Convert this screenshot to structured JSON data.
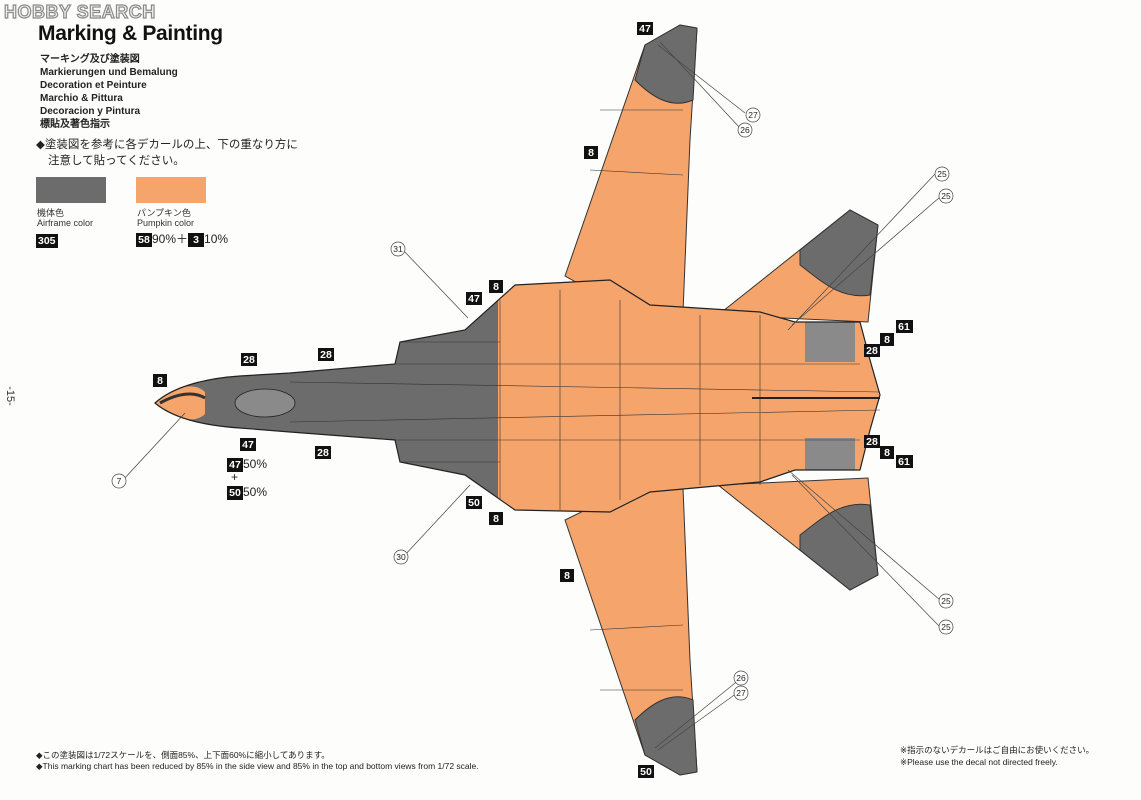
{
  "header": {
    "watermark": "HOBBY SEARCH",
    "title": "Marking & Painting",
    "subtitles": [
      "マーキング及び塗装図",
      "Markierungen und Bemalung",
      "Decoration et Peinture",
      "Marchio & Pittura",
      "Decoracion y Pintura",
      "標貼及著色指示"
    ]
  },
  "instruction_jp": [
    "◆塗装図を参考に各デカールの上、下の重なり方に",
    "注意して貼ってください。"
  ],
  "colors": {
    "airframe": {
      "hex": "#6c6c6c",
      "label_jp": "機体色",
      "label_en": "Airframe color",
      "code": "305"
    },
    "pumpkin": {
      "hex": "#f5a46c",
      "label_jp": "パンプキン色",
      "label_en": "Pumpkin color",
      "code_a": "58",
      "pct_a": "90%",
      "code_b": "3",
      "pct_b": "10%"
    }
  },
  "nose_mix": {
    "code_a": "47",
    "pct_a": "50%",
    "plus": "+",
    "code_b": "50",
    "pct_b": "50%"
  },
  "page_number": "-15-",
  "decals": {
    "top_left": "47",
    "wing_top": "8",
    "callout_27": "27",
    "callout_26": "26",
    "callout_25": "25",
    "callout_31": "31",
    "fus_47": "47",
    "fus_8": "8",
    "nose_28": "28",
    "nose_8": "8",
    "gun_28": "28",
    "gun_28_bottom": "28",
    "nose_47": "47",
    "callout_7": "7",
    "eng_61": "61",
    "eng_8": "8",
    "eng_28": "28",
    "lower_50": "50",
    "lower_8": "8",
    "callout_30": "30",
    "wing_bot_8": "8",
    "bottom_50": "50"
  },
  "footnotes": {
    "jp_left": "◆この塗装図は1/72スケールを、側面85%、上下面60%に縮小してあります。",
    "en_left": "◆This marking chart has been reduced by 85% in the side view and 85% in the top and bottom views from 1/72 scale.",
    "jp_right": "※指示のないデカールはご自由にお使いください。",
    "en_right": "※Please use the decal not directed freely."
  }
}
